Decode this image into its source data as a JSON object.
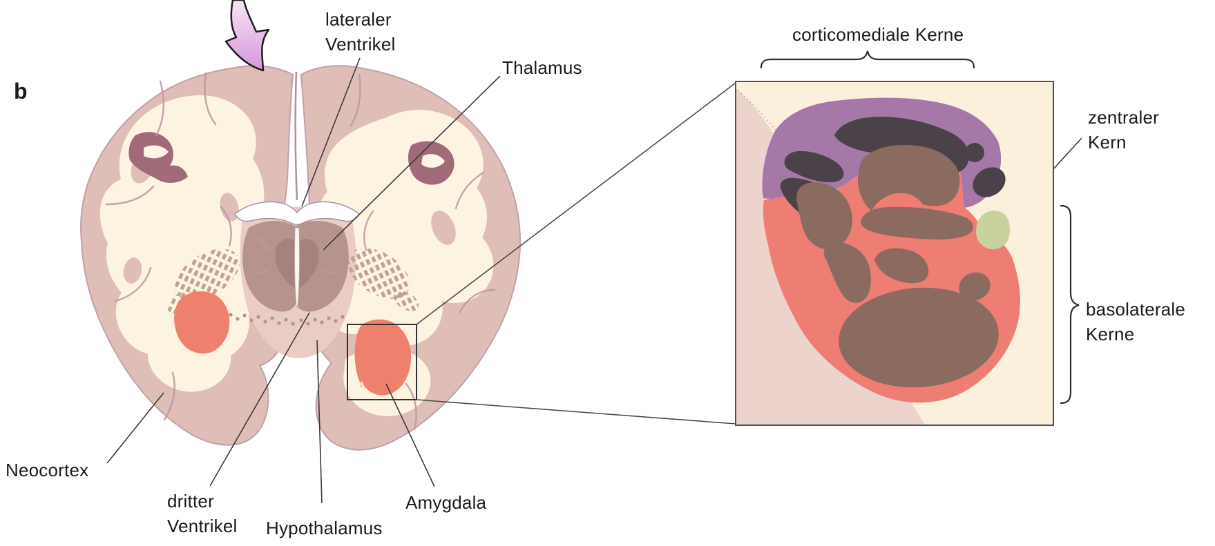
{
  "figure": {
    "type": "anatomical-diagram",
    "subject": "coronal brain section with amygdala inset",
    "labels": {
      "panel": "b",
      "lateraler1": "lateraler",
      "lateraler2": "Ventrikel",
      "thalamus": "Thalamus",
      "neocortex": "Neocortex",
      "dritter1": "dritter",
      "dritter2": "Ventrikel",
      "hypothalamus": "Hypothalamus",
      "amygdala": "Amygdala",
      "corticomediale": "corticomediale Kerne",
      "zentraler1": "zentraler",
      "zentraler2": "Kern",
      "basolaterale1": "basolaterale",
      "basolaterale2": "Kerne"
    },
    "colors": {
      "cortex_pink": "#dfbeb7",
      "cortex_outline": "#c1a0ac",
      "white_matter": "#fcf4e1",
      "deep_sulcus": "#a06a78",
      "central_block": "#e9cdc5",
      "thalamus": "#b18e88",
      "thalamus_center": "#a5827e",
      "basal_ganglia_stripes": "#c3a294",
      "amygdala_salmon": "#f0806e",
      "arrow_light": "#f3ddf4",
      "arrow_dark": "#d796dd",
      "inset_background": "#fbf0db",
      "inset_cortex_pink": "#ecd4cd",
      "corticomedial_purple": "#a678a8",
      "dark_nuclei": "#4a4149",
      "basolateral_red": "#ee7d74",
      "nuclei_brown": "#8b6b60",
      "zentraler_green": "#c9d19e",
      "leader_line": "#3a3a3a"
    }
  }
}
